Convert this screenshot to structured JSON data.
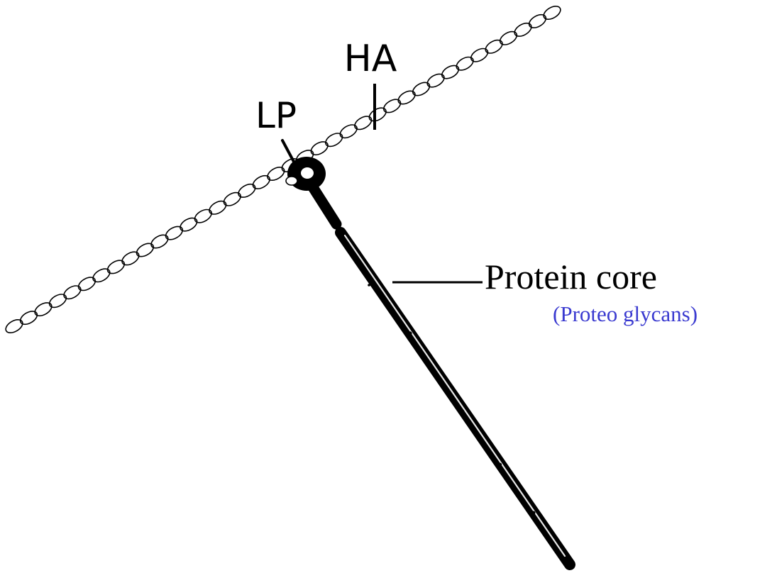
{
  "labels": {
    "ha": "HA",
    "lp": "LP",
    "protein_core": "Protein core",
    "proteoglycans": "(Proteo glycans)"
  },
  "colors": {
    "background": "#ffffff",
    "ink": "#000000",
    "subtitle": "#3a3ad0"
  },
  "icons": {
    "hyaluronan_chain": "bead-chain",
    "link_protein": "ring-knob",
    "protein_core": "rod"
  }
}
